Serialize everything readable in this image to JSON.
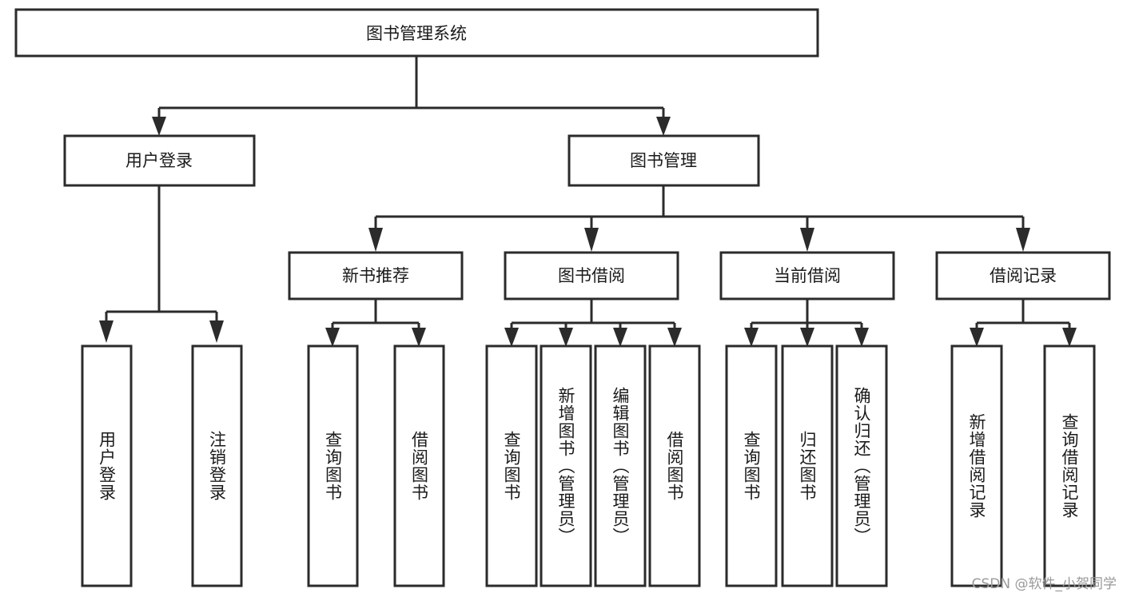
{
  "diagram": {
    "type": "tree",
    "title": "图书管理系统",
    "root": {
      "id": "root",
      "label": "图书管理系统"
    },
    "level2": [
      {
        "id": "user-login",
        "label": "用户登录"
      },
      {
        "id": "book-manage",
        "label": "图书管理"
      }
    ],
    "level3": [
      {
        "id": "new-book-rec",
        "label": "新书推荐",
        "parent": "book-manage"
      },
      {
        "id": "book-borrow",
        "label": "图书借阅",
        "parent": "book-manage"
      },
      {
        "id": "current-borrow",
        "label": "当前借阅",
        "parent": "book-manage"
      },
      {
        "id": "borrow-record",
        "label": "借阅记录",
        "parent": "book-manage"
      }
    ],
    "leaves": {
      "user-login": [
        {
          "id": "leaf-user-login",
          "label": "用户登录"
        },
        {
          "id": "leaf-user-logout",
          "label": "注销登录"
        }
      ],
      "new-book-rec": [
        {
          "id": "leaf-query-book-1",
          "label": "查询图书"
        },
        {
          "id": "leaf-borrow-book-1",
          "label": "借阅图书"
        }
      ],
      "book-borrow": [
        {
          "id": "leaf-query-book-2",
          "label": "查询图书"
        },
        {
          "id": "leaf-add-book",
          "label": "新增图书（管理员）"
        },
        {
          "id": "leaf-edit-book",
          "label": "编辑图书（管理员）"
        },
        {
          "id": "leaf-borrow-book-2",
          "label": "借阅图书"
        }
      ],
      "current-borrow": [
        {
          "id": "leaf-query-book-3",
          "label": "查询图书"
        },
        {
          "id": "leaf-return-book",
          "label": "归还图书"
        },
        {
          "id": "leaf-confirm-return",
          "label": "确认归还（管理员）"
        }
      ],
      "borrow-record": [
        {
          "id": "leaf-add-record",
          "label": "新增借阅记录"
        },
        {
          "id": "leaf-query-record",
          "label": "查询借阅记录"
        }
      ]
    },
    "colors": {
      "stroke": "#2b2b2b",
      "fill": "#ffffff",
      "text": "#1a1a1a",
      "watermark": "#9a9a9a"
    }
  },
  "watermark": {
    "text": "CSDN @软件_小贺同学"
  }
}
